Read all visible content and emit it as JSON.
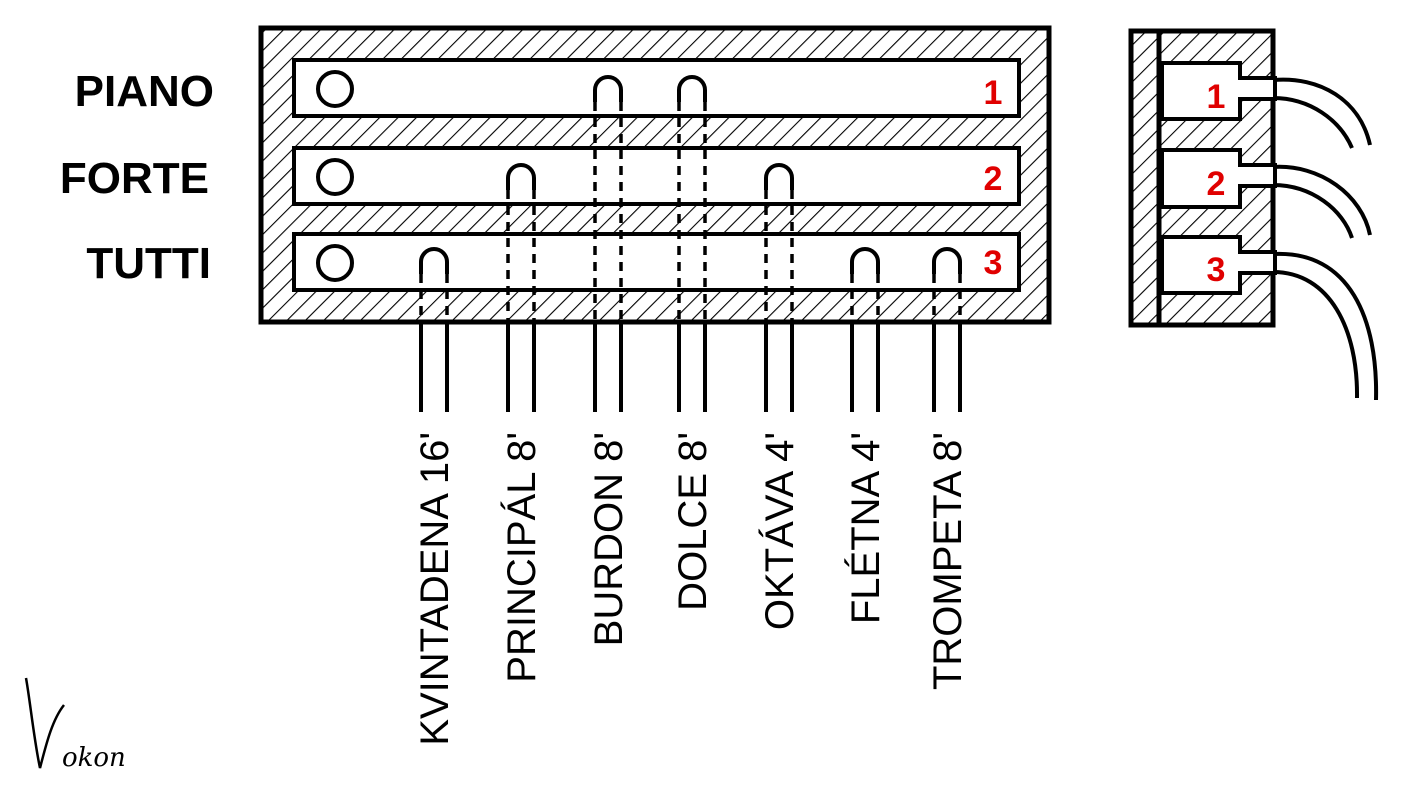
{
  "combinations": [
    {
      "name": "PIANO",
      "number": "1"
    },
    {
      "name": "FORTE",
      "number": "2"
    },
    {
      "name": "TUTTI",
      "number": "3"
    }
  ],
  "side_view_numbers": [
    "1",
    "2",
    "3"
  ],
  "stops": [
    {
      "label": "KVINTADENA 16'",
      "rows": [
        3
      ]
    },
    {
      "label": "PRINCIPÁL 8'",
      "rows": [
        2
      ]
    },
    {
      "label": "BURDON 8'",
      "rows": [
        1
      ]
    },
    {
      "label": "DOLCE 8'",
      "rows": [
        1
      ]
    },
    {
      "label": "OKTÁVA 4'",
      "rows": [
        2
      ]
    },
    {
      "label": "FLÉTNA 4'",
      "rows": [
        3
      ]
    },
    {
      "label": "TROMPETA 8'",
      "rows": [
        3
      ]
    }
  ],
  "signature": "okon",
  "colors": {
    "line": "#000000",
    "number": "#e00000",
    "background": "#ffffff"
  }
}
